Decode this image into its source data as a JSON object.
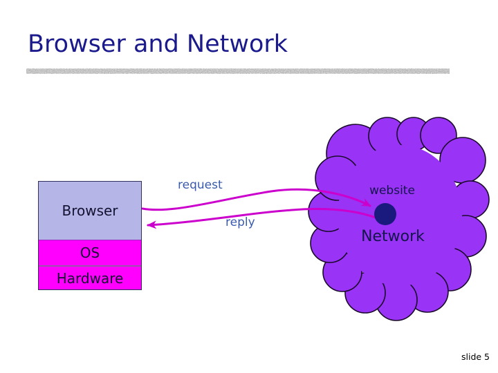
{
  "slide": {
    "title": "Browser and Network",
    "footer": "slide 5"
  },
  "stack": {
    "browser_label": "Browser",
    "os_label": "OS",
    "hardware_label": "Hardware"
  },
  "flows": {
    "request_label": "request",
    "reply_label": "reply"
  },
  "cloud": {
    "website_label": "website",
    "network_label": "Network"
  },
  "colors": {
    "title-navy": "#1a1a8c",
    "box-lavender": "#b5b5e8",
    "magenta": "#ff00ff",
    "separator-purple": "#9955aa",
    "box-border": "#30305a",
    "cloud-purple": "#9933f5",
    "cloud-stroke": "#1a0a2a",
    "arrow-magenta": "#cc00cc",
    "label-blue": "#3a5aae",
    "dot-navy": "#1a1a7e",
    "cloud-text": "#15154d",
    "stack-text": "#121230",
    "footer-black": "#000000"
  }
}
